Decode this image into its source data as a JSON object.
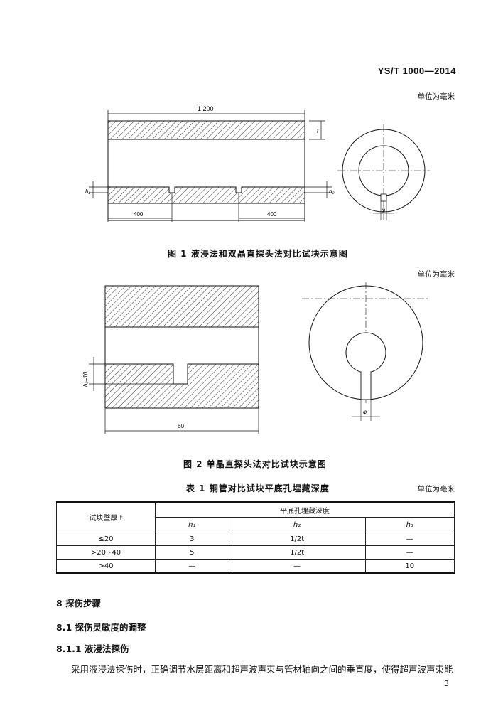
{
  "header": {
    "standard_no": "YS/T 1000—2014"
  },
  "fig1": {
    "unit": "单位为毫米",
    "caption": "图 1   液浸法和双晶直探头法对比试块示意图",
    "dim_total": "1 200",
    "dim_left": "400",
    "dim_right": "400",
    "label_t": "t",
    "label_h1": "h₁",
    "label_h2": "h₂",
    "label_phi": "φ"
  },
  "fig2": {
    "unit": "单位为毫米",
    "caption": "图 2   单晶直探头法对比试块示意图",
    "dim_width": "60",
    "label_h3": "h₃=10",
    "label_phi": "φ"
  },
  "table1": {
    "caption": "表 1   铜管对比试块平底孔埋藏深度",
    "unit": "单位为毫米",
    "col_thickness": "试块壁厚 t",
    "col_depth": "平底孔埋藏深度",
    "sub_headers": [
      "h₁",
      "h₂",
      "h₃"
    ],
    "rows": [
      [
        "≤20",
        "3",
        "1/2t",
        "—"
      ],
      [
        ">20~40",
        "5",
        "1/2t",
        "—"
      ],
      [
        ">40",
        "—",
        "—",
        "10"
      ]
    ]
  },
  "section8": {
    "heading": "8   探伤步骤",
    "sub1": "8.1   探伤灵敏度的调整",
    "sub11": "8.1.1   液浸法探伤",
    "paragraph": "采用液浸法探伤时，正确调节水层距离和超声波声束与管材轴向之间的垂直度，使得超声波声束能"
  },
  "page_number": "3"
}
